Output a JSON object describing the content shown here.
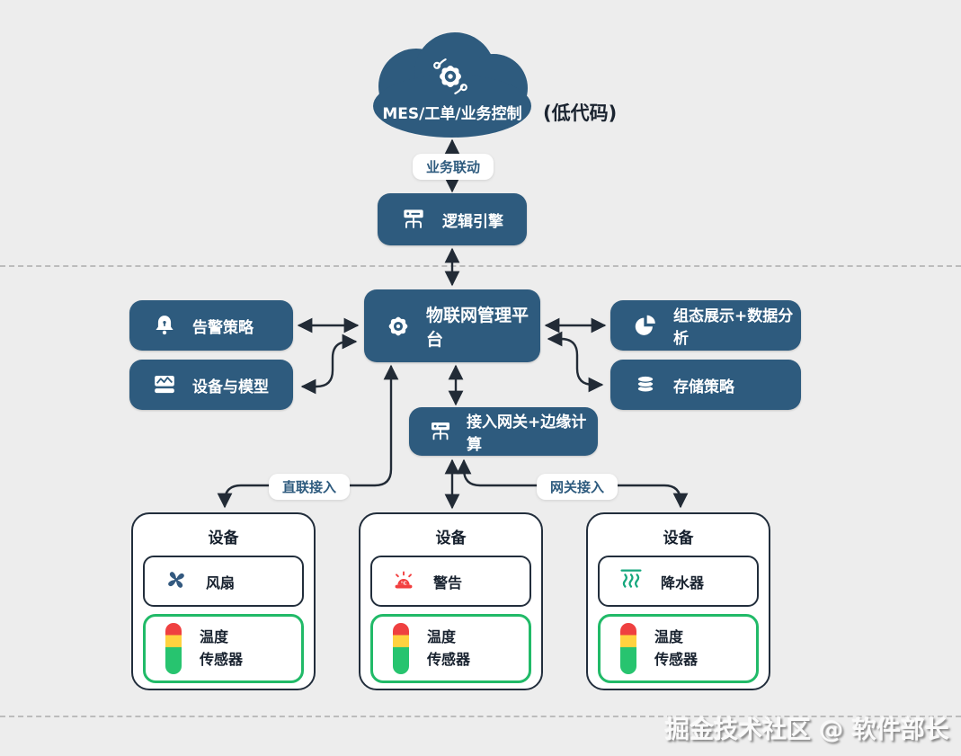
{
  "colors": {
    "box_blue": "#2e5b7e",
    "background": "#ededed",
    "wire": "#222b36",
    "sensor_border_green": "#21ba68",
    "sensor_bar_red": "#ef4040",
    "sensor_bar_yellow": "#ffd23f",
    "sensor_bar_green": "#27c46f",
    "fan_blue": "#33597f",
    "alarm_red": "#f23f3f",
    "waves_green": "#15a77d"
  },
  "cloud": {
    "title": "MES/工单/业务控制",
    "note": "(低代码)"
  },
  "edge_labels": {
    "business_linkage": "业务联动",
    "direct_access": "直联接入",
    "gateway_access": "网关接入"
  },
  "nodes": {
    "logic_engine": {
      "label": "逻辑引擎"
    },
    "platform": {
      "label": "物联网管理平台"
    },
    "alarm_policy": {
      "label": "告警策略"
    },
    "device_model": {
      "label": "设备与模型"
    },
    "dashboard": {
      "label": "组态展示+数据分析"
    },
    "storage_policy": {
      "label": "存储策略"
    },
    "gateway": {
      "label": "接入网关+边缘计算"
    }
  },
  "devices": [
    {
      "title": "设备",
      "component": "风扇",
      "sensor_line1": "温度",
      "sensor_line2": "传感器"
    },
    {
      "title": "设备",
      "component": "警告",
      "icon_text": "°C",
      "sensor_line1": "温度",
      "sensor_line2": "传感器"
    },
    {
      "title": "设备",
      "component": "降水器",
      "sensor_line1": "温度",
      "sensor_line2": "传感器"
    }
  ],
  "watermark": "掘金技术社区 @ 软件部长"
}
